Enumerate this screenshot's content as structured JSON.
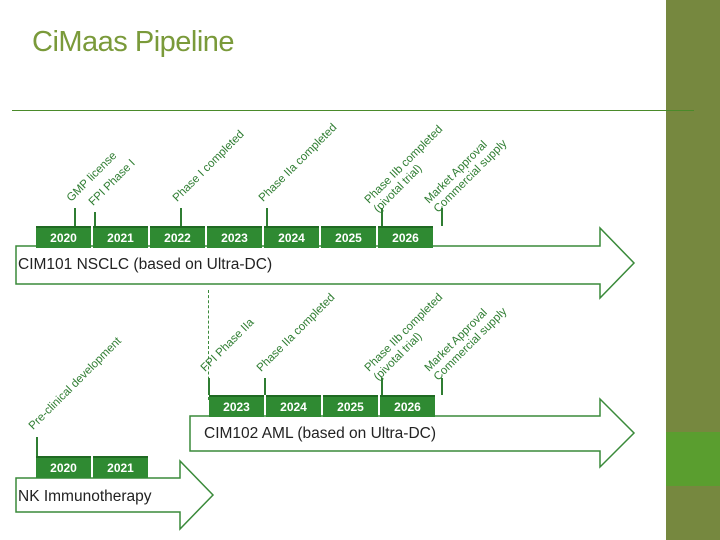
{
  "title": "CiMaas Pipeline",
  "colors": {
    "accent": "#2f8a32",
    "title": "#7a9a3a",
    "sidebar": "#76883f",
    "sidebar_accent": "#5a9e2f"
  },
  "programs": [
    {
      "name": "CIM101 NSCLC (based on Ultra-DC)",
      "years": [
        "2020",
        "2021",
        "2022",
        "2023",
        "2024",
        "2025",
        "2026"
      ],
      "milestones": [
        {
          "lines": [
            "GMP license"
          ]
        },
        {
          "lines": [
            "FPI Phase I"
          ]
        },
        {
          "lines": [
            "Phase I completed"
          ]
        },
        {
          "lines": [
            "Phase IIa completed"
          ]
        },
        {
          "lines": [
            "Phase IIb completed",
            "(pivotal trial)"
          ]
        },
        {
          "lines": [
            "Market Approval",
            "Commercial supply"
          ]
        }
      ]
    },
    {
      "name": "CIM102 AML (based on Ultra-DC)",
      "years": [
        "2023",
        "2024",
        "2025",
        "2026"
      ],
      "milestones": [
        {
          "lines": [
            "FPI Phase IIa"
          ]
        },
        {
          "lines": [
            "Phase IIa completed"
          ]
        },
        {
          "lines": [
            "Phase IIb completed",
            "(pivotal trial)"
          ]
        },
        {
          "lines": [
            "Market Approval",
            "Commercial supply"
          ]
        }
      ]
    },
    {
      "name": "NK Immunotherapy",
      "years": [
        "2020",
        "2021"
      ],
      "milestones": [
        {
          "lines": [
            "Pre-clinical development"
          ]
        }
      ]
    }
  ]
}
